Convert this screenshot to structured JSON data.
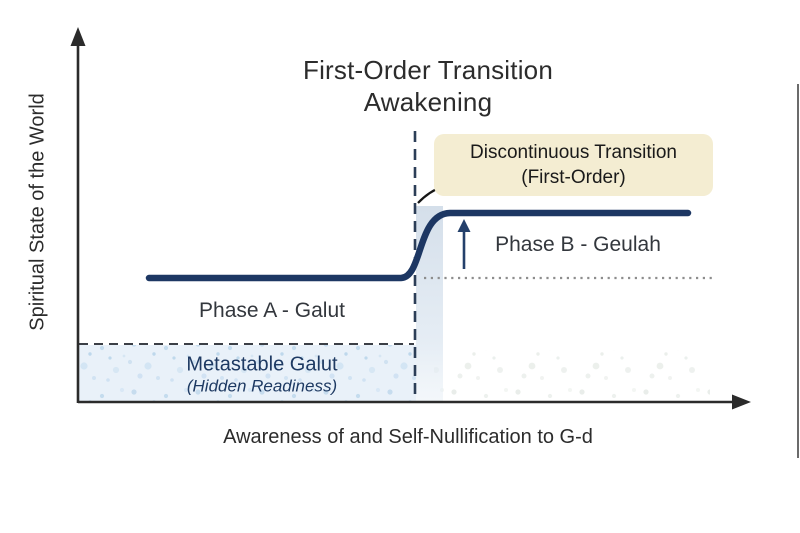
{
  "title": {
    "line1": "First-Order Transition",
    "line2": "Awakening"
  },
  "axes": {
    "y_label": "Spiritual State of the World",
    "x_label": "Awareness of and Self-Nullification to G-d"
  },
  "annotation_box": {
    "line1": "Discontinuous Transition",
    "line2": "(First-Order)"
  },
  "phases": {
    "phase_a_label": "Phase A - Galut",
    "phase_b_label": "Phase B - Geulah"
  },
  "metastable": {
    "line1": "Metastable Galut",
    "line2": "(Hidden Readiness)"
  },
  "colors": {
    "curve_navy": "#1d3763",
    "dashed_vertical": "#2c3e57",
    "annotation_box_bg": "#f4edd2",
    "transition_band": "#d2dde9",
    "metastable_fill": "#e9f1f9",
    "metastable_text": "#1e3a63",
    "axis": "#2b2b2b",
    "dotted_reference": "#8d8d8d",
    "text_dark": "#2c2c2c"
  },
  "chart_data": {
    "type": "line",
    "title": "First-Order Transition Awakening",
    "xlabel": "Awareness of and Self-Nullification to G-d",
    "ylabel": "Spiritual State of the World",
    "xlim": [
      0,
      1
    ],
    "ylim": [
      0,
      1
    ],
    "grid": false,
    "legend_position": "none",
    "axis_ticks": "none (conceptual axes, arrow-tipped, no numeric ticks)",
    "series": [
      {
        "name": "Spiritual state step curve",
        "style": "thick solid navy sigmoid step",
        "x": [
          0.105,
          0.48,
          0.505,
          0.52,
          0.555,
          0.905
        ],
        "y": [
          0.335,
          0.335,
          0.36,
          0.47,
          0.508,
          0.508
        ]
      }
    ],
    "reference_lines": [
      {
        "kind": "vertical-dashed",
        "x": 0.501,
        "y_from": 0.0,
        "y_to": 0.73,
        "meaning": "transition point"
      },
      {
        "kind": "horizontal-dotted",
        "y": 0.335,
        "x_from": 0.515,
        "x_to": 0.943,
        "meaning": "pre-transition level extended"
      },
      {
        "kind": "horizontal-dashed",
        "y": 0.156,
        "x_from": 0.0,
        "x_to": 0.501,
        "meaning": "top of metastable region"
      }
    ],
    "regions": [
      {
        "name": "Metastable Galut (Hidden Readiness)",
        "x_from": 0.0,
        "x_to": 0.501,
        "y_from": 0.0,
        "y_to": 0.156,
        "fill": "light-blue speckled texture"
      },
      {
        "name": "transition band",
        "x_from": 0.501,
        "x_to": 0.543,
        "y_from": 0.0,
        "y_to": 0.525,
        "fill": "pale blue-gray vertical band"
      },
      {
        "name": "faint speckle area right of transition",
        "x_from": 0.53,
        "x_to": 0.94,
        "y_from": 0.01,
        "y_to": 0.145,
        "fill": "very faint gray speckles"
      }
    ],
    "annotations": [
      {
        "text": "Discontinuous Transition (First-Order)",
        "style": "beige rounded callout box with curved black arrow from transition line"
      },
      {
        "text": "Phase A - Galut",
        "position": "below lower plateau, left of transition"
      },
      {
        "text": "Phase B - Geulah",
        "position": "below upper plateau, right of transition, next to upward navy arrow"
      },
      {
        "text": "Metastable Galut (Hidden Readiness)",
        "position": "inside speckled bottom-left region"
      }
    ]
  }
}
